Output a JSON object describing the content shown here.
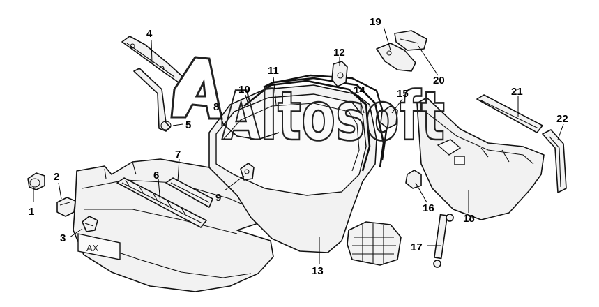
{
  "diagram": {
    "parts": [
      {
        "id": "1",
        "label": "1"
      },
      {
        "id": "2",
        "label": "2"
      },
      {
        "id": "3",
        "label": "3"
      },
      {
        "id": "4",
        "label": "4"
      },
      {
        "id": "5",
        "label": "5"
      },
      {
        "id": "6",
        "label": "6"
      },
      {
        "id": "7",
        "label": "7"
      },
      {
        "id": "8",
        "label": "8"
      },
      {
        "id": "9",
        "label": "9"
      },
      {
        "id": "10",
        "label": "10"
      },
      {
        "id": "11",
        "label": "11"
      },
      {
        "id": "12",
        "label": "12"
      },
      {
        "id": "13",
        "label": "13"
      },
      {
        "id": "14",
        "label": "14"
      },
      {
        "id": "15",
        "label": "15"
      },
      {
        "id": "16",
        "label": "16"
      },
      {
        "id": "17",
        "label": "17"
      },
      {
        "id": "18",
        "label": "18"
      },
      {
        "id": "19",
        "label": "19"
      },
      {
        "id": "20",
        "label": "20"
      },
      {
        "id": "21",
        "label": "21"
      },
      {
        "id": "22",
        "label": "22"
      }
    ],
    "plate_text": "AX",
    "watermark": "Altosoft"
  }
}
